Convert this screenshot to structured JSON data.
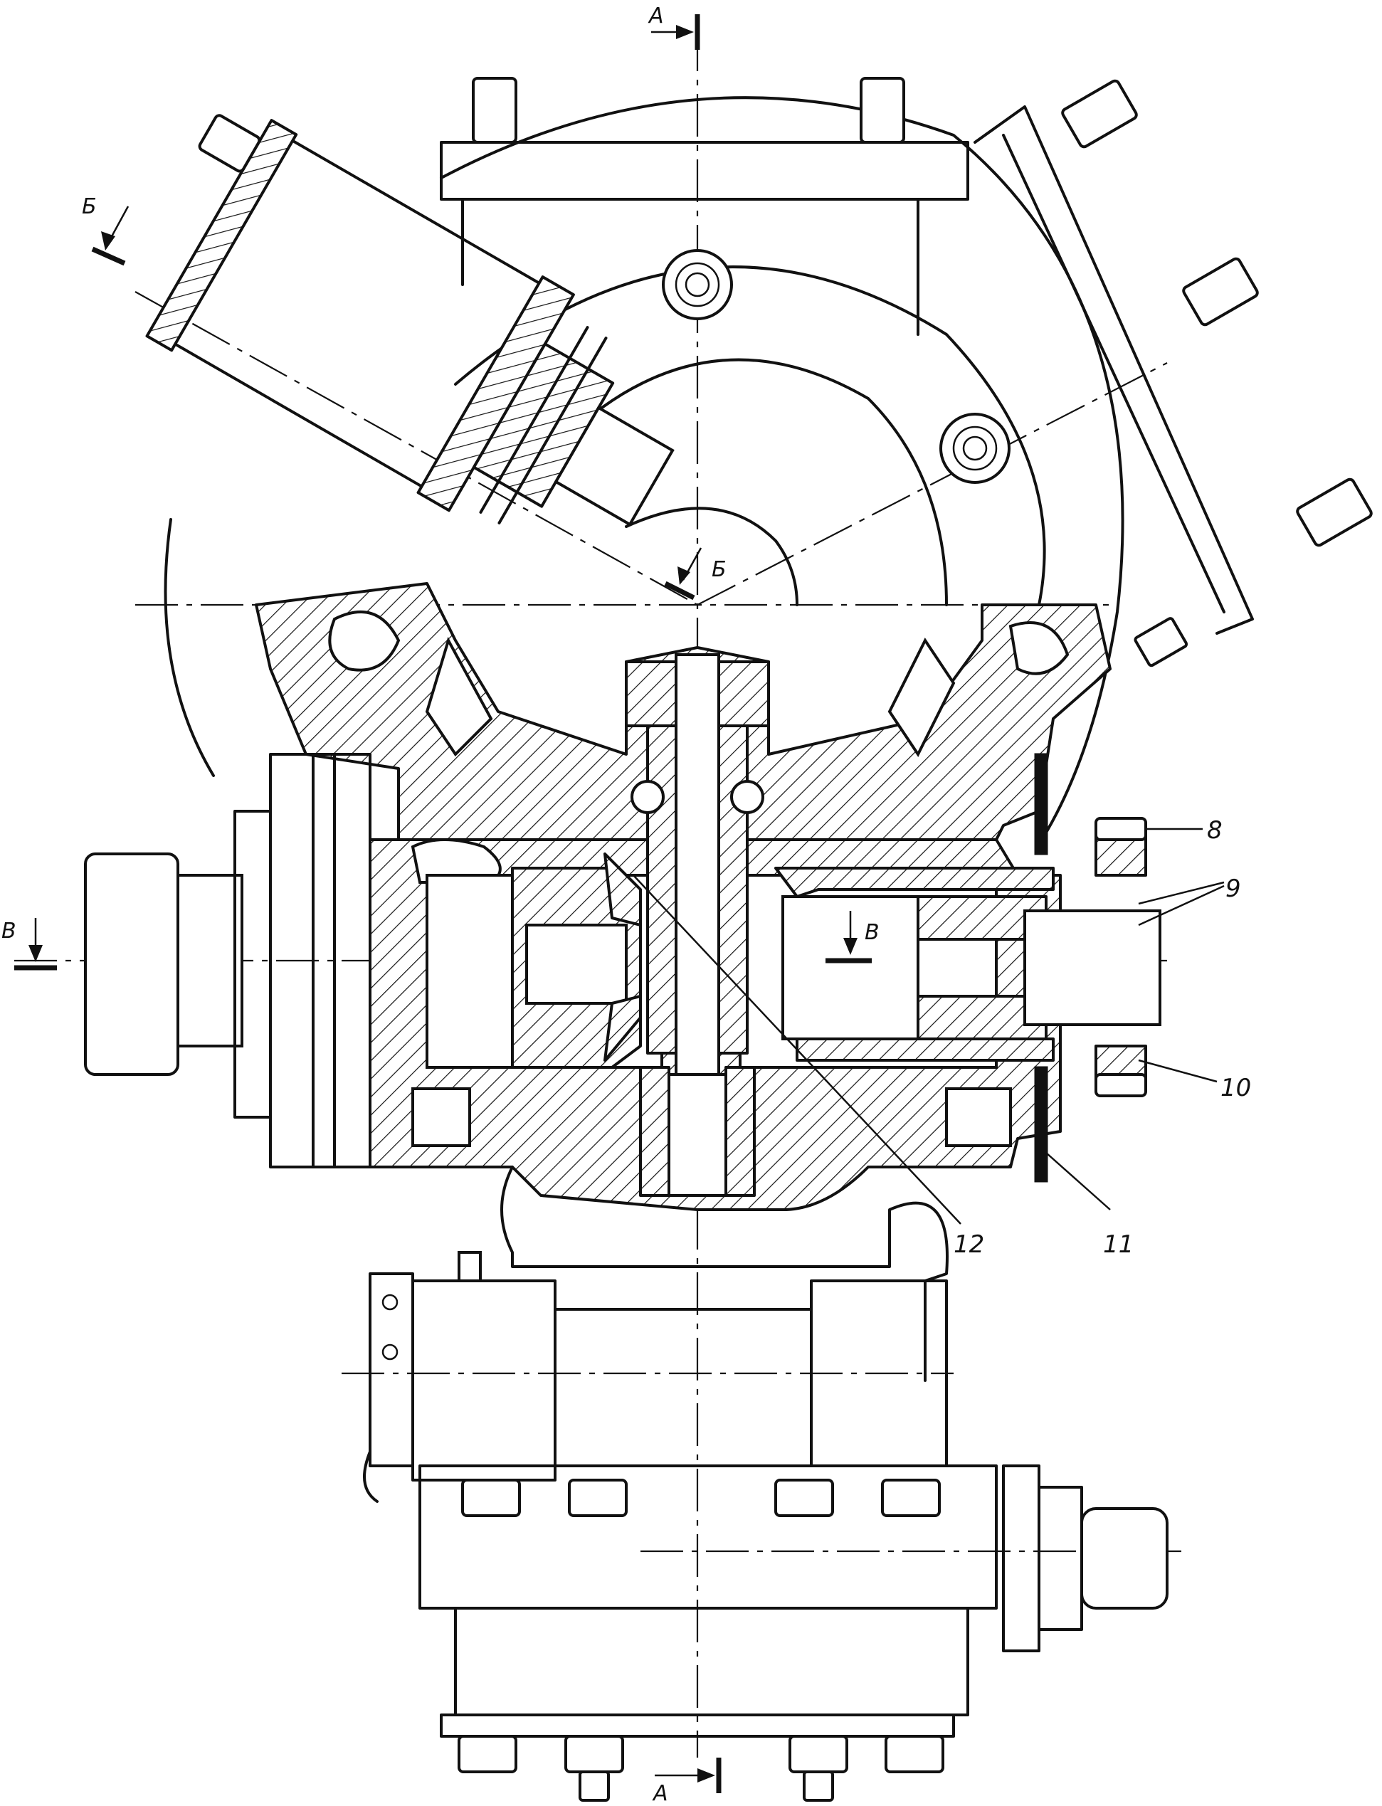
{
  "sections": {
    "a_top": "А",
    "a_bottom": "А",
    "b_left": "Б",
    "b_right": "Б",
    "v_left": "В",
    "v_right": "В"
  },
  "callouts": {
    "c8": "8",
    "c9": "9",
    "c10": "10",
    "c11": "11",
    "c12": "12"
  }
}
